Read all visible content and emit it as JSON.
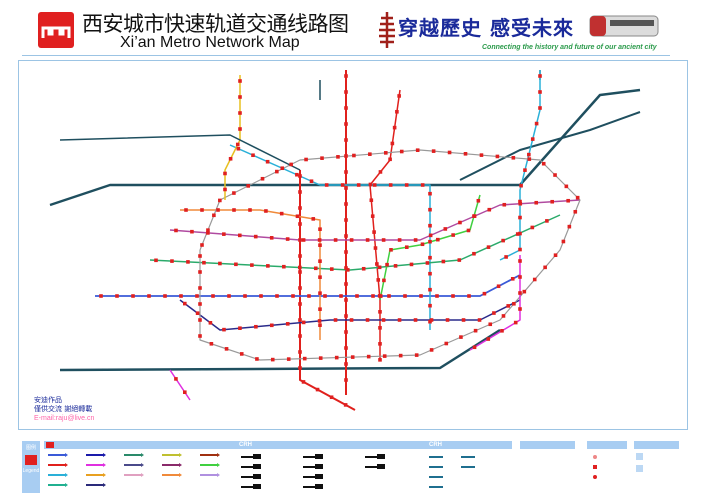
{
  "header": {
    "title_cn": "西安城市快速轨道交通线路图",
    "title_en": "Xi’an Metro Network Map",
    "slogan": "穿越歷史 感受未來",
    "tagline": "Connecting the history and future of our ancient city"
  },
  "credit": {
    "line1": "安迪作品",
    "line2": "僅供交流 謝絕轉載",
    "email": "E-mail:raju@live.cn"
  },
  "legend": {
    "side_label": "图例",
    "side_label_en": "Legend",
    "crh_label": "CRH",
    "crh_label2": "CRH"
  },
  "lines": [
    {
      "id": "line-2",
      "color": "#e0201c"
    },
    {
      "id": "line-1",
      "color": "#3a5ad8"
    },
    {
      "id": "line-3",
      "color": "#b04aa0"
    },
    {
      "id": "line-4",
      "color": "#2ab0d8"
    },
    {
      "id": "line-5",
      "color": "#2aaa6a"
    },
    {
      "id": "line-6",
      "color": "#2a2a8a"
    },
    {
      "id": "line-7",
      "color": "#f08a3a"
    },
    {
      "id": "line-8",
      "color": "#999999"
    },
    {
      "id": "line-9",
      "color": "#e8c020"
    },
    {
      "id": "line-10",
      "color": "#40d040"
    },
    {
      "id": "line-11",
      "color": "#e030e0"
    },
    {
      "id": "crh",
      "color": "#1f4f5f"
    }
  ],
  "legend_colors": [
    "#3a5ad8",
    "#1a1aaa",
    "#2a8a6a",
    "#c0c030",
    "#a03010",
    "#e0201c",
    "#e030e0",
    "#4a4a8a",
    "#8a2a6a",
    "#40d040",
    "#2ab0d8",
    "#e8a020",
    "#e0a0c0",
    "#f08a3a",
    "#b090e0",
    "#20b090",
    "#2a2a7a"
  ]
}
